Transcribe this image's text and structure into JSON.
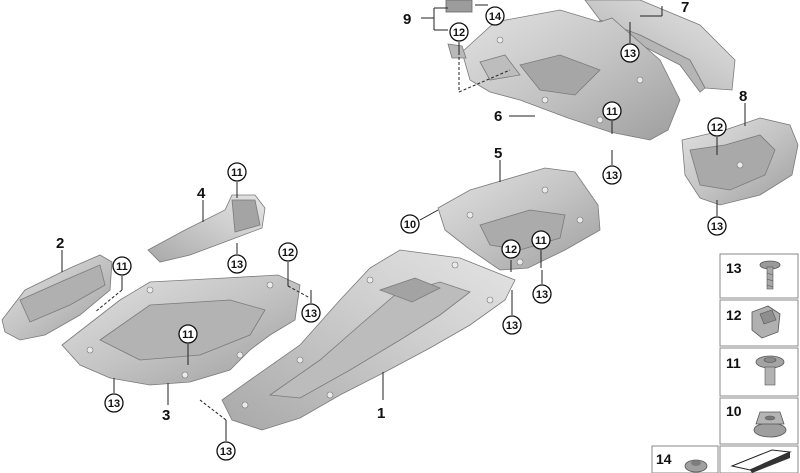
{
  "parts": {
    "p1": "1",
    "p2": "2",
    "p3": "3",
    "p4": "4",
    "p5": "5",
    "p6": "6",
    "p7": "7",
    "p8": "8",
    "p9": "9"
  },
  "callouts": {
    "c14": "14",
    "c13": "13",
    "c12": "12",
    "c11": "11",
    "c10": "10"
  },
  "legend": [
    "13",
    "12",
    "11",
    "10",
    "14"
  ],
  "colors": {
    "panel_light": "#d9d9d9",
    "panel_mid": "#b8b8b8",
    "panel_dark": "#9a9a9a",
    "line": "#222222"
  }
}
